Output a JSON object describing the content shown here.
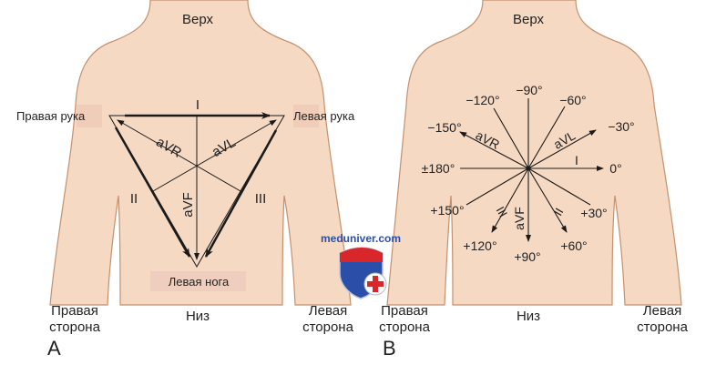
{
  "colors": {
    "skin": "#f6d9c3",
    "outline": "#c4906d",
    "ink": "#1a1a1a",
    "logo_blue": "#2b4fa8",
    "logo_red": "#d8262b"
  },
  "panel_a": {
    "letter": "A",
    "top": "Верх",
    "bottom": "Низ",
    "right_side": [
      "Правая",
      "сторона"
    ],
    "left_side": [
      "Левая",
      "сторона"
    ],
    "right_arm": "Правая рука",
    "left_arm": "Левая рука",
    "left_leg": "Левая нога",
    "leads": {
      "I": "I",
      "II": "II",
      "III": "III",
      "aVR": "aVR",
      "aVL": "aVL",
      "aVF": "aVF"
    }
  },
  "panel_b": {
    "letter": "B",
    "top": "Верх",
    "bottom": "Низ",
    "right_side": [
      "Правая",
      "сторона"
    ],
    "left_side": [
      "Левая",
      "сторона"
    ],
    "leads": {
      "I": "I",
      "II": "II",
      "III": "III",
      "aVR": "aVR",
      "aVL": "aVL",
      "aVF": "aVF"
    },
    "angles": {
      "m90": "−90°",
      "m120": "−120°",
      "m60": "−60°",
      "m150": "−150°",
      "m30": "−30°",
      "pm180": "±180°",
      "z0": "0°",
      "p150": "+150°",
      "p30": "+30°",
      "p120": "+120°",
      "p90": "+90°",
      "p60": "+60°"
    }
  },
  "watermark": {
    "text": "meduniver.com"
  }
}
